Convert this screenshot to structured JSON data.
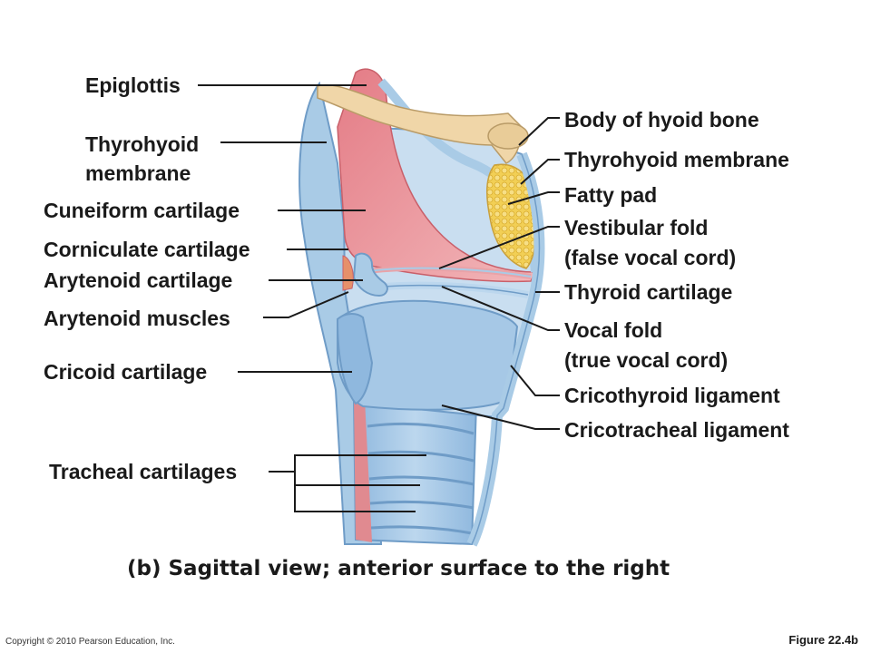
{
  "labels_left": {
    "epiglottis": "Epiglottis",
    "thyrohyoid_l1": "Thyrohyoid",
    "thyrohyoid_l2": "membrane",
    "cuneiform": "Cuneiform cartilage",
    "corniculate": "Corniculate cartilage",
    "arytenoid_cart": "Arytenoid cartilage",
    "arytenoid_musc": "Arytenoid muscles",
    "cricoid": "Cricoid cartilage",
    "tracheal": "Tracheal cartilages"
  },
  "labels_right": {
    "hyoid": "Body of hyoid bone",
    "thyrohyoid": "Thyrohyoid membrane",
    "fatty": "Fatty pad",
    "vestibular_l1": "Vestibular fold",
    "vestibular_l2": "(false vocal cord)",
    "thyroid": "Thyroid cartilage",
    "vocal_l1": "Vocal fold",
    "vocal_l2": "(true vocal cord)",
    "cricothyroid": "Cricothyroid ligament",
    "cricotracheal": "Cricotracheal ligament"
  },
  "caption": "(b) Sagittal view; anterior surface to the right",
  "copyright": "Copyright © 2010 Pearson Education, Inc.",
  "figure_number": "Figure 22.4b",
  "colors": {
    "cartilage_blue": "#a9cbe6",
    "cartilage_edge": "#6f9cc7",
    "epiglottis_red": "#e8888f",
    "mucosa_pink": "#e9a3a8",
    "bone": "#f0d6a8",
    "fatty_yellow": "#f2cf55",
    "leader": "#1a1a1a"
  }
}
